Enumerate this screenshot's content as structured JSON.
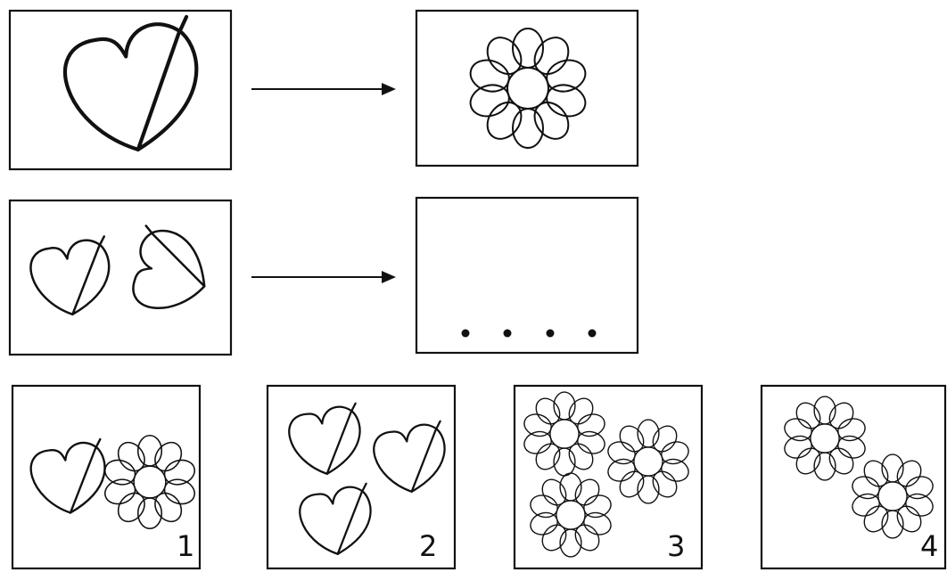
{
  "options": [
    {
      "number": "1"
    },
    {
      "number": "2"
    },
    {
      "number": "3"
    },
    {
      "number": "4"
    }
  ],
  "colors": {
    "ink": "#111111",
    "paper": "#ffffff"
  },
  "icons": {
    "leaf": "leaf-icon",
    "flower": "flower-icon",
    "arrow": "right-arrow-icon",
    "ellipsis": "ellipsis-dots"
  }
}
